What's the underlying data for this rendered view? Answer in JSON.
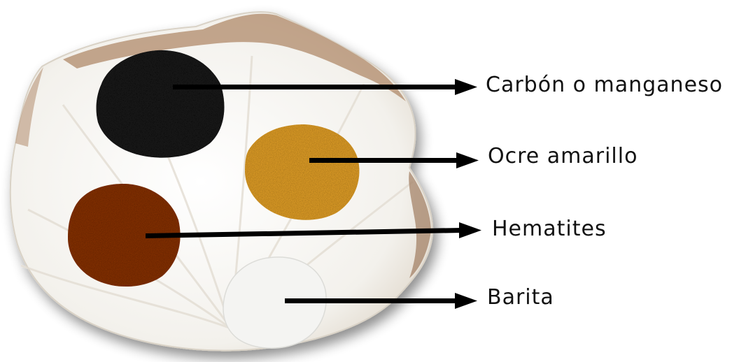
{
  "labels": {
    "carbon": "Carbón o manganeso",
    "ocre": "Ocre amarillo",
    "hematites": "Hematites",
    "barita": "Barita"
  },
  "colors": {
    "carbon": "#1b1b1b",
    "ocre": "#e6a32a",
    "hematites": "#8a3411",
    "barita": "#f4f4f2",
    "shell": "#f7f6f2",
    "shell_edge": "#a9876a",
    "arrow": "#000000"
  }
}
